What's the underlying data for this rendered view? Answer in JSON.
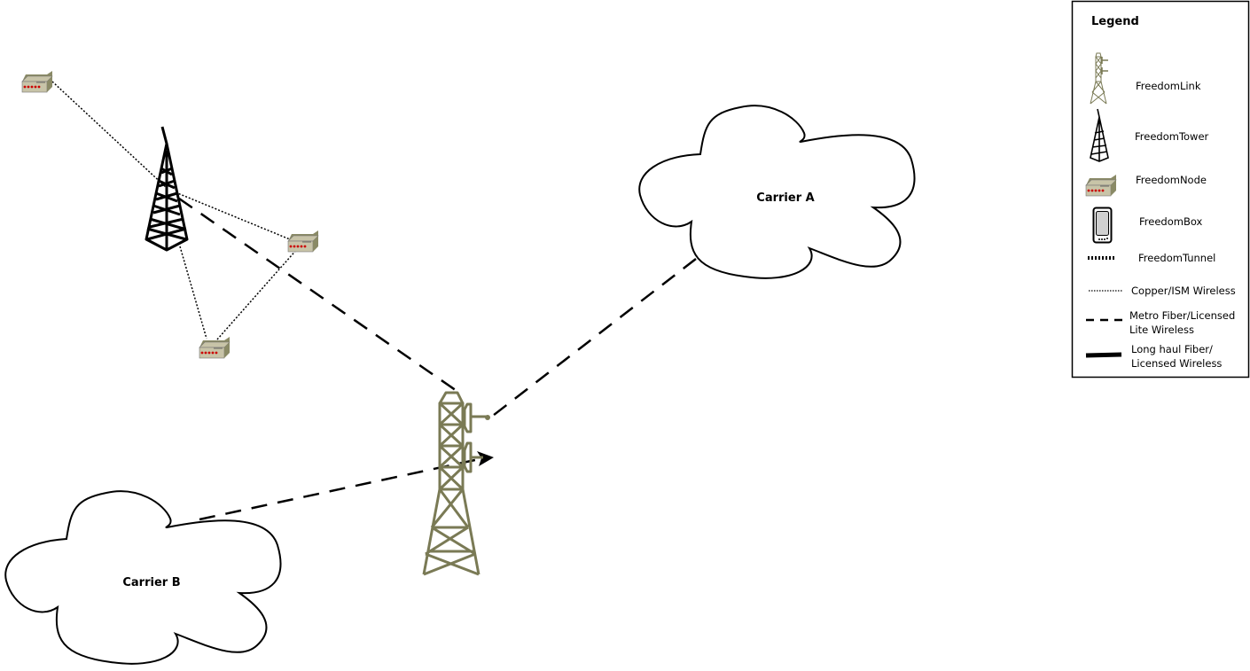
{
  "clouds": {
    "carrier_a": "Carrier A",
    "carrier_b": "Carrier B"
  },
  "legend": {
    "title": "Legend",
    "items": [
      {
        "icon": "freedomlink-tower-icon",
        "label": "FreedomLink"
      },
      {
        "icon": "freedomtower-icon",
        "label": "FreedomTower"
      },
      {
        "icon": "freedomnode-icon",
        "label": "FreedomNode"
      },
      {
        "icon": "freedombox-icon",
        "label": "FreedomBox"
      },
      {
        "icon": "freedomtunnel-line",
        "label": "FreedomTunnel"
      },
      {
        "icon": "dotted-line",
        "label": "Copper/ISM Wireless"
      },
      {
        "icon": "dashed-line",
        "label_line1": "Metro Fiber/Licensed",
        "label_line2": "Lite Wireless"
      },
      {
        "icon": "thick-line",
        "label_line1": "Long haul Fiber/",
        "label_line2": "Licensed Wireless"
      }
    ]
  },
  "colors": {
    "olive": "#7a7a55",
    "node_body": "#c8c4a8",
    "node_led": "#cc0000"
  }
}
